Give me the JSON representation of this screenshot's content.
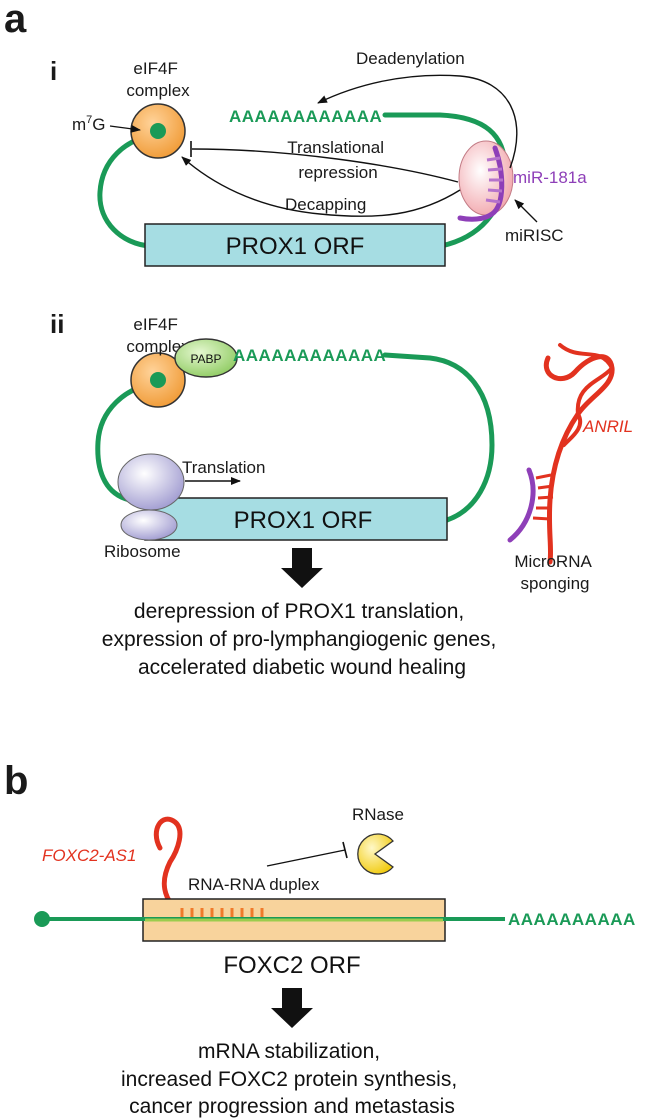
{
  "colors": {
    "mrna": "#1a9a57",
    "orf_fill": "#a6dde3",
    "orf2_fill": "#f8d39c",
    "eif4f": "#f4a64a",
    "pabp": "#9fd37a",
    "mirna": "#8e3fb8",
    "lncrna": "#e2321f",
    "rnase": "#f5d21f",
    "ribosome": "#b7b3dc"
  },
  "panel_a": {
    "label": "a",
    "i": {
      "label": "i",
      "eif4f_label": [
        "eIF4F",
        "complex"
      ],
      "cap_base": "m",
      "cap_sup": "7",
      "cap_end": "G",
      "polyA": "AAAAAAAAAAAA",
      "deadenylation": "Deadenylation",
      "repression": [
        "Translational",
        "repression"
      ],
      "decapping": "Decapping",
      "orf": "PROX1 ORF",
      "mirna": "miR-181a",
      "mirisc": "miRISC"
    },
    "ii": {
      "label": "ii",
      "eif4f_label": [
        "eIF4F",
        "complex"
      ],
      "pabp": "PABP",
      "polyA": "AAAAAAAAAAAA",
      "translation": "Translation",
      "orf": "PROX1 ORF",
      "ribosome": "Ribosome",
      "lncrna": "ANRIL",
      "sponging": [
        "MicroRNA",
        "sponging"
      ]
    },
    "conclusion": [
      "derepression of PROX1 translation,",
      "expression of pro-lymphangiogenic genes,",
      "accelerated diabetic wound healing"
    ]
  },
  "panel_b": {
    "label": "b",
    "rnase": "RNase",
    "lncrna": "FOXC2-AS1",
    "duplex": "RNA-RNA duplex",
    "polyA": "AAAAAAAAAA",
    "orf": "FOXC2 ORF",
    "conclusion": [
      "mRNA stabilization,",
      "increased FOXC2 protein synthesis,",
      "cancer progression and metastasis"
    ]
  }
}
